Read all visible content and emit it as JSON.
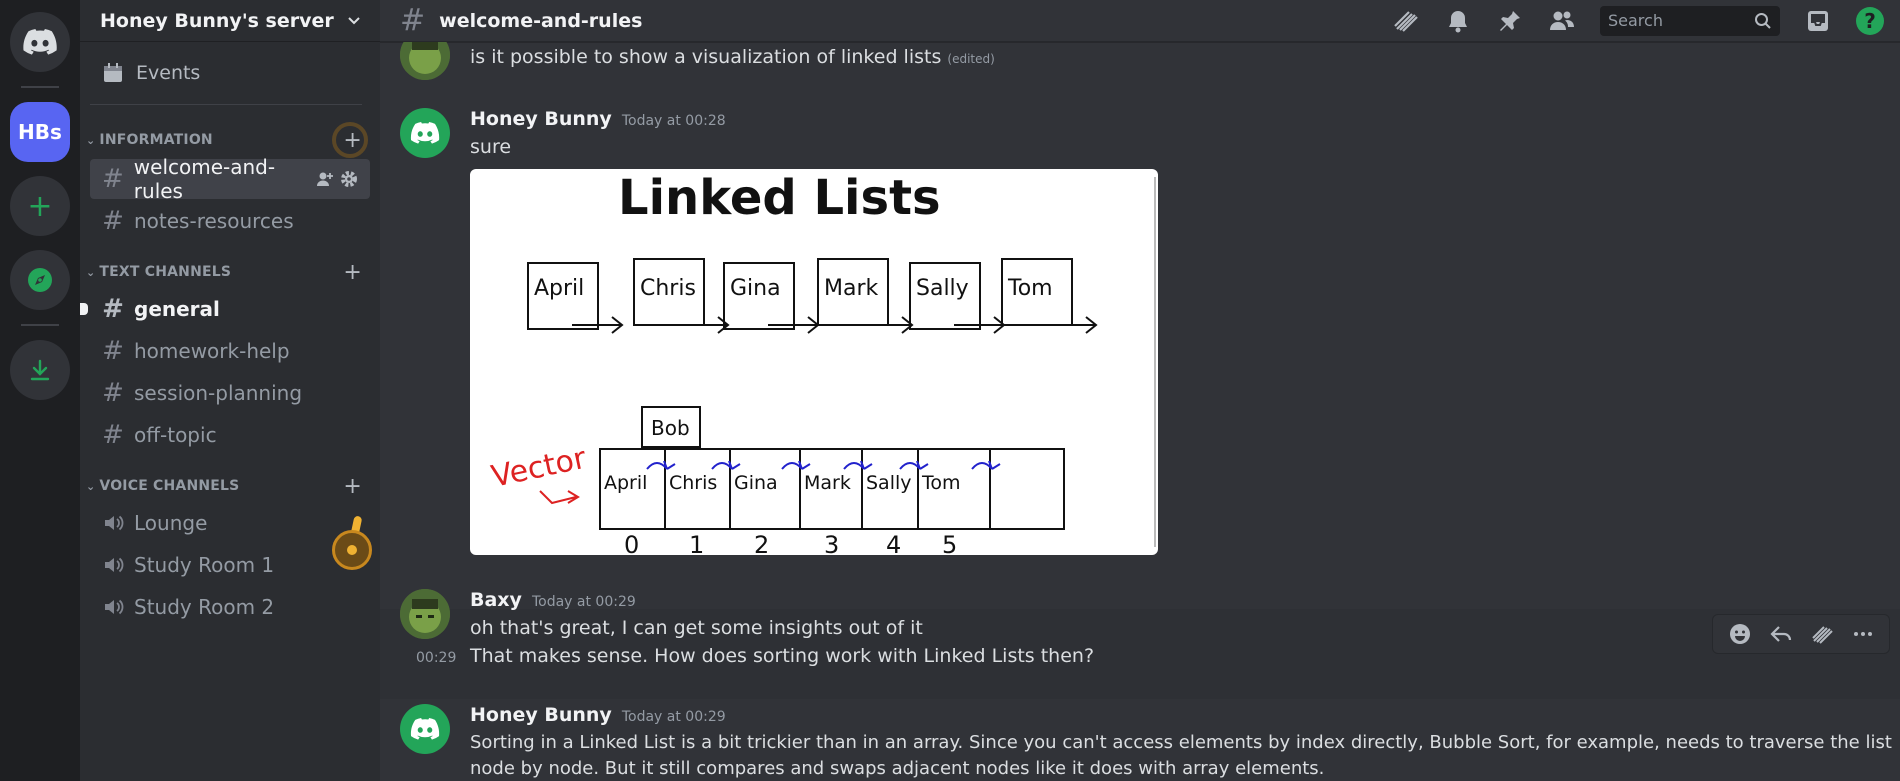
{
  "server": {
    "name": "Honey Bunny's server",
    "acronym": "HBs"
  },
  "sidebar": {
    "events_label": "Events",
    "categories": [
      {
        "label": "INFORMATION",
        "channels": [
          "welcome-and-rules",
          "notes-resources"
        ]
      },
      {
        "label": "TEXT CHANNELS",
        "channels": [
          "general",
          "homework-help",
          "session-planning",
          "off-topic"
        ]
      },
      {
        "label": "VOICE CHANNELS",
        "channels": [
          "Lounge",
          "Study Room 1",
          "Study Room 2"
        ]
      }
    ]
  },
  "topbar": {
    "channel": "welcome-and-rules",
    "search_placeholder": "Search",
    "help_glyph": "?"
  },
  "messages": [
    {
      "text": "is it possible to show a visualization of linked lists",
      "edited": "(edited)"
    },
    {
      "author": "Honey Bunny",
      "timestamp": "Today at 00:28",
      "text": "sure"
    },
    {
      "author": "Baxy",
      "timestamp": "Today at 00:29",
      "text": "oh that's great, I can get some insights out of it"
    },
    {
      "side_time": "00:29",
      "text": "That makes sense. How does sorting work with Linked Lists then?"
    },
    {
      "author": "Honey Bunny",
      "timestamp": "Today at 00:29",
      "line1": "Sorting in a Linked List is a bit trickier than in an array. Since you can't access elements by index directly, Bubble Sort, for example, needs to traverse the list",
      "line2": "node by node. But it still compares and swaps adjacent nodes like it does with array elements."
    }
  ],
  "image": {
    "title": "Linked Lists",
    "nodes": [
      "April",
      "Chris",
      "Gina",
      "Mark",
      "Sally",
      "Tom"
    ],
    "inserted": "Bob",
    "vector_label": "Vector",
    "vector_cells": [
      "April",
      "Chris",
      "Gina",
      "Mark",
      "Sally",
      "Tom"
    ],
    "indices": [
      "0",
      "1",
      "2",
      "3",
      "4",
      "5"
    ]
  },
  "colors": {
    "blurple": "#5865f2",
    "green": "#23a559",
    "bg": "#313338",
    "sidebar": "#2b2d31",
    "rail": "#1e1f22"
  }
}
